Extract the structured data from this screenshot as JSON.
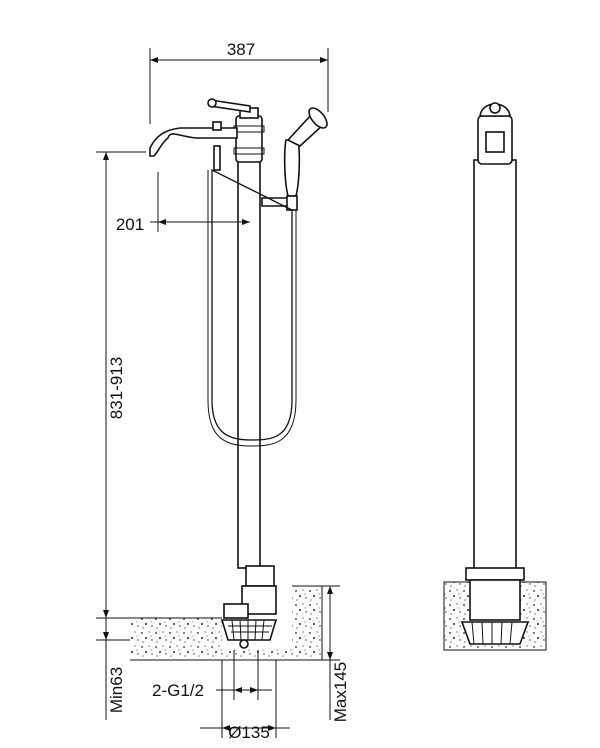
{
  "drawing": {
    "dimensions": {
      "overall_width": "387",
      "spout_reach": "201",
      "height_range": "831-913",
      "min_depth": "Min63",
      "connection": "2-G1/2",
      "max_depth": "Max145",
      "base_diameter": "Ø135"
    }
  }
}
